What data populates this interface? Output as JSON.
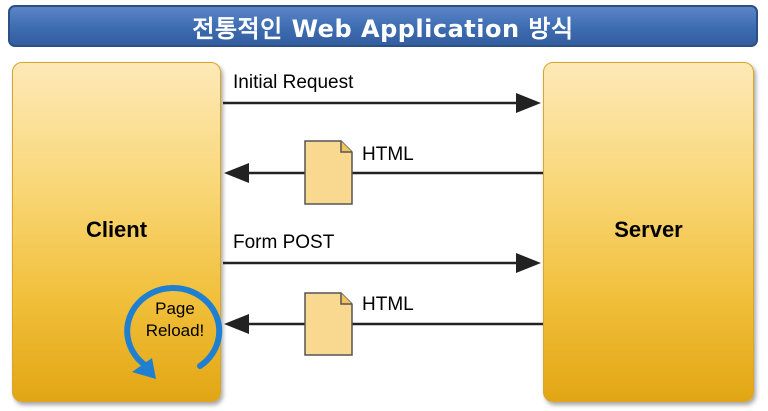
{
  "title": "전통적인 Web Application 방식",
  "nodes": {
    "client": "Client",
    "server": "Server"
  },
  "flows": [
    {
      "label": "Initial Request",
      "direction": "client-to-server"
    },
    {
      "label": "HTML",
      "direction": "server-to-client",
      "icon": "document-icon"
    },
    {
      "label": "Form POST",
      "direction": "client-to-server"
    },
    {
      "label": "HTML",
      "direction": "server-to-client",
      "icon": "document-icon"
    }
  ],
  "reload": {
    "line1": "Page",
    "line2": "Reload!",
    "icon": "circular-arrow-icon",
    "color": "#1f7fd0"
  },
  "colors": {
    "title_bar": "#3e6cb1",
    "box_fill": "#f1bf3a",
    "document_fill": "#f8d98f"
  }
}
